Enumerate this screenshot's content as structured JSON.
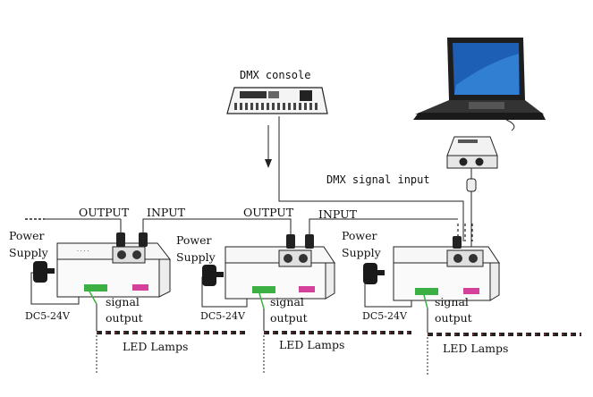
{
  "console": {
    "label": "DMX console"
  },
  "dmx_input": {
    "label": "DMX signal input"
  },
  "colors": {
    "led_red": "#c0392b",
    "connector_green": "#3cb043",
    "line": "#222222",
    "magenta": "#d4409a"
  },
  "units": [
    {
      "output_label": "OUTPUT",
      "input_label": "",
      "power_label_line1": "Power",
      "power_label_line2": "Supply",
      "voltage": "DC5-24V",
      "signal_line1": "signal",
      "signal_line2": "output",
      "led_label": "LED Lamps"
    },
    {
      "output_label": "OUTPUT",
      "input_label": "INPUT",
      "power_label_line1": "Power",
      "power_label_line2": "Supply",
      "voltage": "DC5-24V",
      "signal_line1": "signal",
      "signal_line2": "output",
      "led_label": "LED Lamps"
    },
    {
      "output_label": "",
      "input_label": "INPUT",
      "power_label_line1": "Power",
      "power_label_line2": "Supply",
      "voltage": "DC5-24V",
      "signal_line1": "signal",
      "signal_line2": "output",
      "led_label": "LED Lamps"
    }
  ]
}
